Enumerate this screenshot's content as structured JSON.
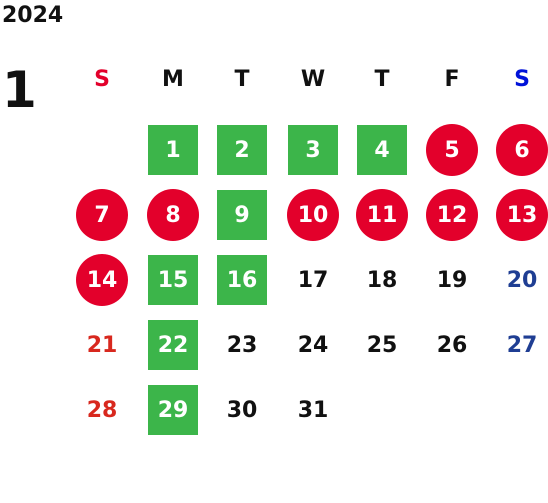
{
  "header": {
    "year": "2024",
    "month": "1"
  },
  "colors": {
    "green_box": "#3cb54a",
    "red_circle": "#e3002b",
    "sunday_text": "#e3002b",
    "saturday_text": "#0012d9",
    "sunday_number": "#d8281e",
    "saturday_number": "#1f3e93",
    "text": "#111111"
  },
  "weekdays": [
    {
      "label": "S",
      "kind": "sunday"
    },
    {
      "label": "M",
      "kind": "weekday"
    },
    {
      "label": "T",
      "kind": "weekday"
    },
    {
      "label": "W",
      "kind": "weekday"
    },
    {
      "label": "T",
      "kind": "weekday"
    },
    {
      "label": "F",
      "kind": "weekday"
    },
    {
      "label": "S",
      "kind": "saturday"
    }
  ],
  "days": [
    {
      "label": "1",
      "col": 1,
      "row": 0,
      "style": "green"
    },
    {
      "label": "2",
      "col": 2,
      "row": 0,
      "style": "green"
    },
    {
      "label": "3",
      "col": 3,
      "row": 0,
      "style": "green"
    },
    {
      "label": "4",
      "col": 4,
      "row": 0,
      "style": "green"
    },
    {
      "label": "5",
      "col": 5,
      "row": 0,
      "style": "red"
    },
    {
      "label": "6",
      "col": 6,
      "row": 0,
      "style": "red"
    },
    {
      "label": "7",
      "col": 0,
      "row": 1,
      "style": "red"
    },
    {
      "label": "8",
      "col": 1,
      "row": 1,
      "style": "red"
    },
    {
      "label": "9",
      "col": 2,
      "row": 1,
      "style": "green"
    },
    {
      "label": "10",
      "col": 3,
      "row": 1,
      "style": "red"
    },
    {
      "label": "11",
      "col": 4,
      "row": 1,
      "style": "red"
    },
    {
      "label": "12",
      "col": 5,
      "row": 1,
      "style": "red"
    },
    {
      "label": "13",
      "col": 6,
      "row": 1,
      "style": "red"
    },
    {
      "label": "14",
      "col": 0,
      "row": 2,
      "style": "red"
    },
    {
      "label": "15",
      "col": 1,
      "row": 2,
      "style": "green"
    },
    {
      "label": "16",
      "col": 2,
      "row": 2,
      "style": "green"
    },
    {
      "label": "17",
      "col": 3,
      "row": 2,
      "style": "plain"
    },
    {
      "label": "18",
      "col": 4,
      "row": 2,
      "style": "plain"
    },
    {
      "label": "19",
      "col": 5,
      "row": 2,
      "style": "plain"
    },
    {
      "label": "20",
      "col": 6,
      "row": 2,
      "style": "saturday"
    },
    {
      "label": "21",
      "col": 0,
      "row": 3,
      "style": "sunday"
    },
    {
      "label": "22",
      "col": 1,
      "row": 3,
      "style": "green"
    },
    {
      "label": "23",
      "col": 2,
      "row": 3,
      "style": "plain"
    },
    {
      "label": "24",
      "col": 3,
      "row": 3,
      "style": "plain"
    },
    {
      "label": "25",
      "col": 4,
      "row": 3,
      "style": "plain"
    },
    {
      "label": "26",
      "col": 5,
      "row": 3,
      "style": "plain"
    },
    {
      "label": "27",
      "col": 6,
      "row": 3,
      "style": "saturday"
    },
    {
      "label": "28",
      "col": 0,
      "row": 4,
      "style": "sunday"
    },
    {
      "label": "29",
      "col": 1,
      "row": 4,
      "style": "green"
    },
    {
      "label": "30",
      "col": 2,
      "row": 4,
      "style": "plain"
    },
    {
      "label": "31",
      "col": 3,
      "row": 4,
      "style": "plain"
    }
  ]
}
